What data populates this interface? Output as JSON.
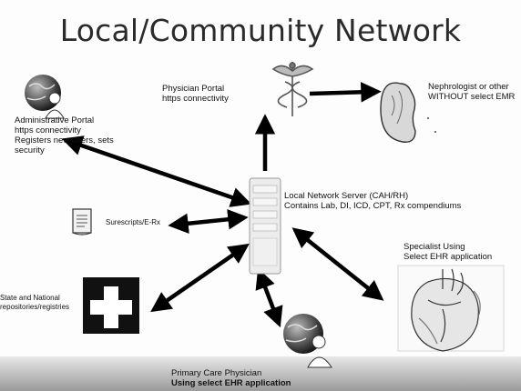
{
  "slide": {
    "title": "Local/Community Network"
  },
  "nodes": {
    "physician_portal": {
      "lines": [
        "Physician Portal",
        "https connectivity"
      ]
    },
    "nephrologist": {
      "lines": [
        "Nephrologist or other",
        "WITHOUT select EMR"
      ]
    },
    "admin_portal": {
      "lines": [
        "Administrative Portal",
        "https connectivity",
        "Registers new users, sets",
        "security"
      ]
    },
    "server": {
      "lines": [
        "Local Network Server (CAH/RH)",
        "Contains Lab, DI, ICD, CPT, Rx compendiums"
      ]
    },
    "surescripts": {
      "label": "Surescripts/E-Rx"
    },
    "specialist": {
      "lines": [
        "Specialist Using",
        "Select EHR application"
      ]
    },
    "registries": {
      "lines": [
        "State and National",
        "repositories/registries"
      ]
    },
    "primary_care": {
      "lines": [
        "Primary Care Physician",
        "Using select EHR application"
      ]
    }
  },
  "colors": {
    "arrow": "#000000",
    "title": "#2b2b2b",
    "cross_box": "#111111"
  },
  "icons": {
    "physician_portal": "caduceus-icon",
    "nephrologist": "kidney-icon",
    "admin_portal": "globe-user-icon",
    "server": "server-tower-icon",
    "surescripts": "document-icon",
    "specialist": "heart-diagram-icon",
    "registries": "medical-cross-icon",
    "primary_care": "globe-user-icon"
  }
}
